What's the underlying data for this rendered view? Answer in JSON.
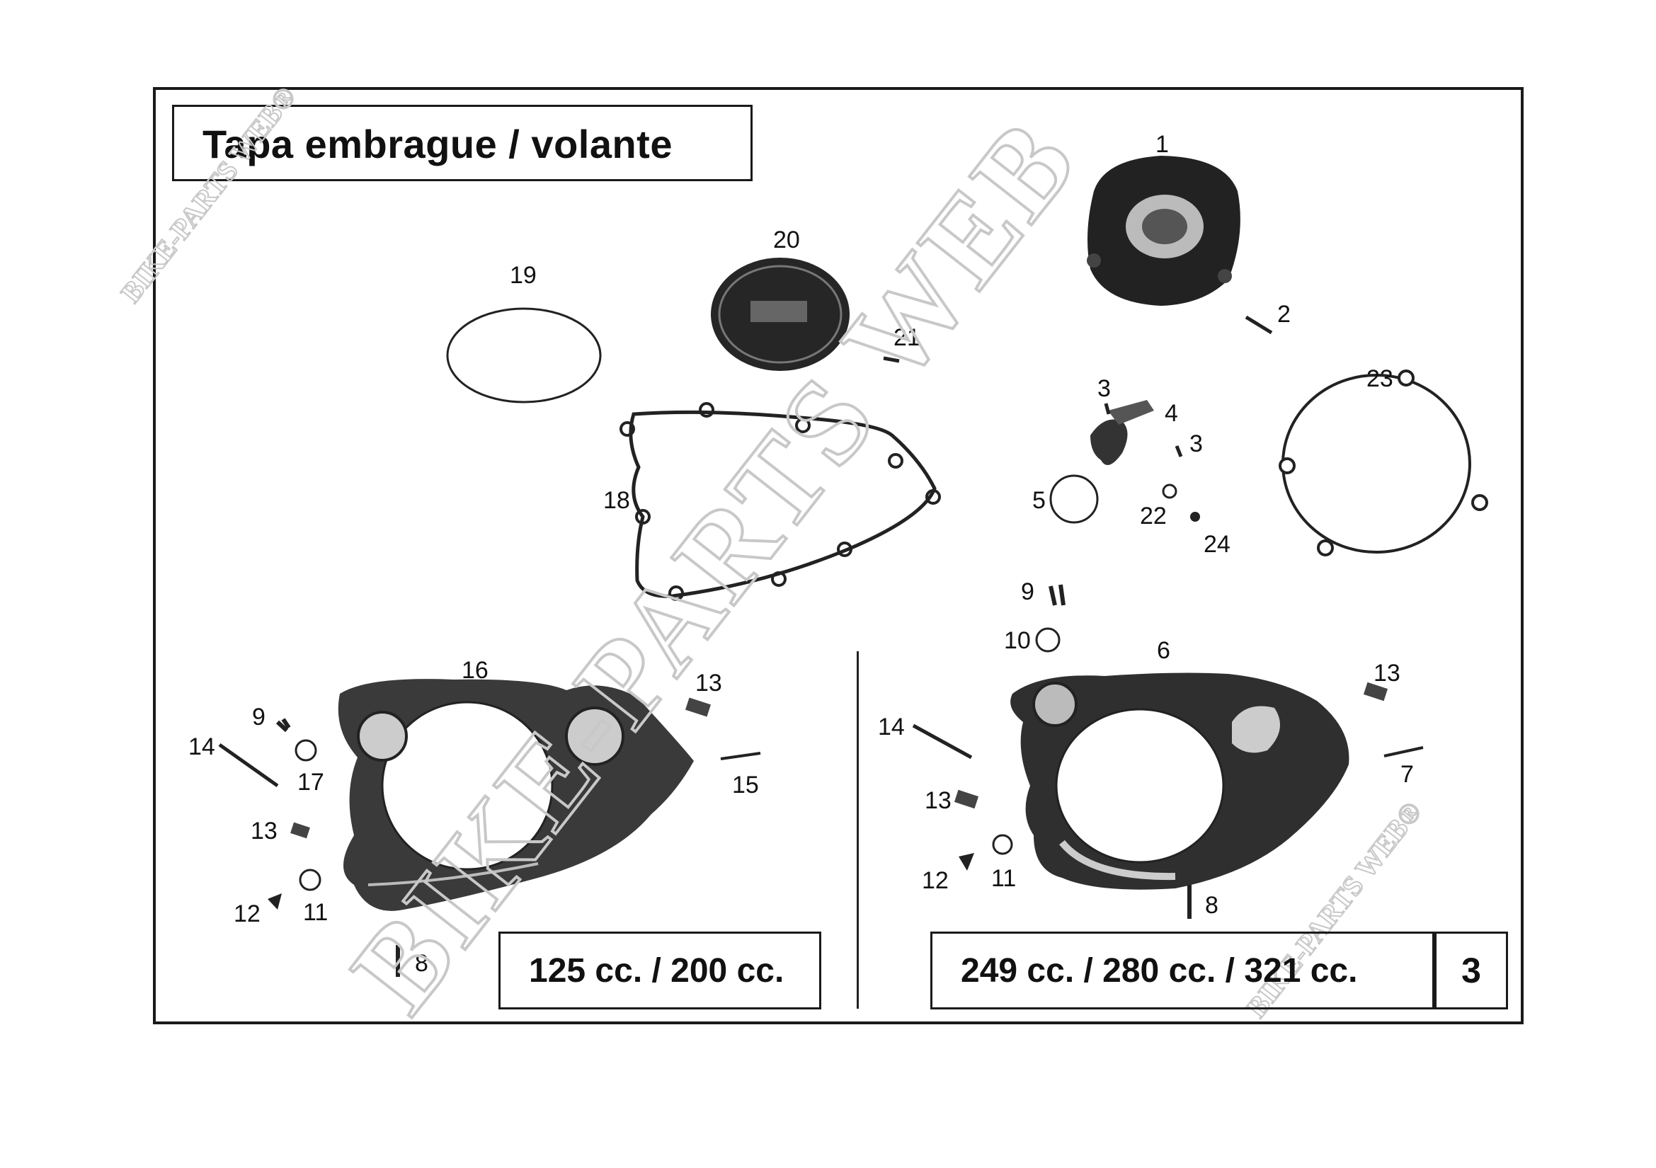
{
  "title": "Tapa embrague / volante",
  "variant_left": "125 cc. / 200 cc.",
  "variant_right": "249 cc. / 280 cc. / 321 cc.",
  "page_number": "3",
  "watermark": "BIKE-PARTS WEB",
  "watermark_small": "BIKE-PARTS WEB®",
  "callouts": {
    "c1": "1",
    "c2": "2",
    "c3a": "3",
    "c3b": "3",
    "c4": "4",
    "c5": "5",
    "c6": "6",
    "c7": "7",
    "c8l": "8",
    "c8r": "8",
    "c9l": "9",
    "c9r": "9",
    "c10": "10",
    "c11l": "11",
    "c11r": "11",
    "c12l": "12",
    "c12r": "12",
    "c13l1": "13",
    "c13l2": "13",
    "c13r1": "13",
    "c13r2": "13",
    "c14l": "14",
    "c14r": "14",
    "c15": "15",
    "c16": "16",
    "c17": "17",
    "c18": "18",
    "c19": "19",
    "c20": "20",
    "c21": "21",
    "c22": "22",
    "c23": "23",
    "c24": "24"
  }
}
